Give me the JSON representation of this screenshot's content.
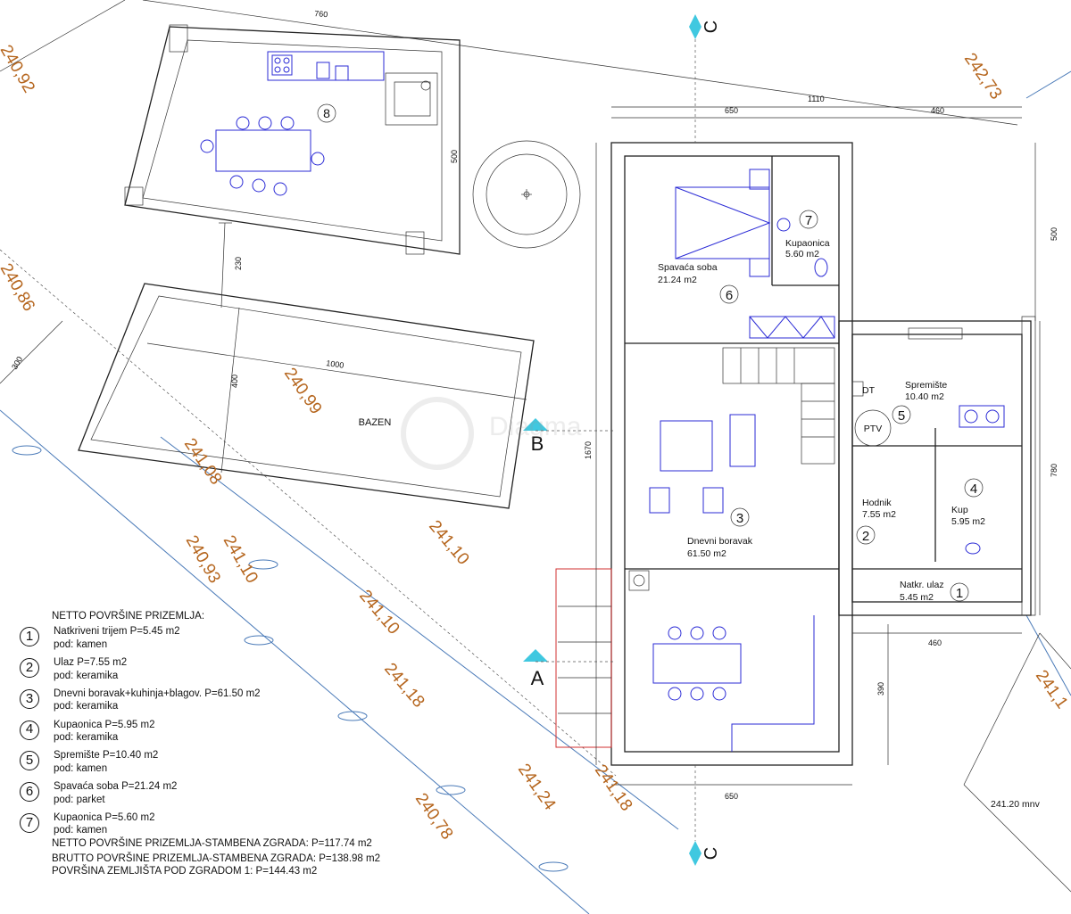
{
  "elevations": [
    "240,92",
    "242,73",
    "240,86",
    "240,99",
    "241,08",
    "241,10",
    "240,93",
    "241,10",
    "241,10",
    "241,18",
    "241,24",
    "241,18",
    "240,78",
    "241,1"
  ],
  "dimensions": [
    "760",
    "1110",
    "650",
    "460",
    "500",
    "500",
    "230",
    "300",
    "1000",
    "400",
    "1670",
    "780",
    "460",
    "390",
    "650"
  ],
  "section_marks": {
    "c_top": "C",
    "c_bottom": "C",
    "a": "A",
    "b": "B"
  },
  "pool_label": "BAZEN",
  "mnv_label": "241.20 mnv",
  "watermark": "Diagma",
  "rooms": [
    {
      "num": "8"
    },
    {
      "num": "7",
      "name": "Kupaonica",
      "area": "5.60 m2"
    },
    {
      "num": "6",
      "name": "Spavaća soba",
      "area": "21.24 m2"
    },
    {
      "num": "5",
      "name": "Spremište",
      "area": "10.40 m2"
    },
    {
      "num": "4",
      "name": "Kup",
      "area": "5.95 m2"
    },
    {
      "num": "3",
      "name": "Dnevni boravak",
      "area": "61.50 m2"
    },
    {
      "num": "2",
      "name": "Hodnik",
      "area": "7.55 m2"
    },
    {
      "num": "1",
      "name": "Natkr. ulaz",
      "area": "5.45 m2"
    }
  ],
  "symbols": {
    "dt": "DT",
    "ptv": "PTV"
  },
  "legend": {
    "title": "NETTO POVRŠINE PRIZEMLJA:",
    "items": [
      {
        "num": "1",
        "line1": "Natkriveni trijem P=5.45 m2",
        "line2": "pod: kamen"
      },
      {
        "num": "2",
        "line1": "Ulaz P=7.55 m2",
        "line2": "pod: keramika"
      },
      {
        "num": "3",
        "line1": "Dnevni boravak+kuhinja+blagov.  P=61.50 m2",
        "line2": "pod: keramika"
      },
      {
        "num": "4",
        "line1": "Kupaonica P=5.95 m2",
        "line2": "pod: keramika"
      },
      {
        "num": "5",
        "line1": "Spremište P=10.40 m2",
        "line2": "pod: kamen"
      },
      {
        "num": "6",
        "line1": "Spavaća soba P=21.24 m2",
        "line2": "pod: parket"
      },
      {
        "num": "7",
        "line1": "Kupaonica P=5.60 m2",
        "line2": "pod: kamen"
      }
    ],
    "summary": [
      "NETTO POVRŠINE PRIZEMLJA-STAMBENA ZGRADA: P=117.74 m2",
      "BRUTTO POVRŠINE PRIZEMLJA-STAMBENA ZGRADA: P=138.98 m2",
      "POVRŠINA ZEMLJIŠTA POD ZGRADOM 1: P=144.43 m2"
    ]
  },
  "colors": {
    "walls": "#222222",
    "furniture": "#2b2bd6",
    "elevation_text": "#b5651d",
    "section_marker": "#40c8e0",
    "slope_lines": "#4a7ab8",
    "terrace_outline": "#d03030"
  }
}
